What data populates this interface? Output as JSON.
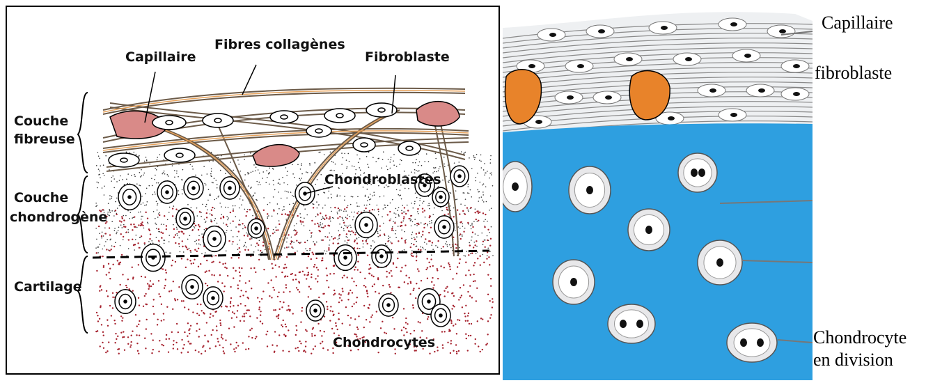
{
  "left_diagram": {
    "labels": {
      "capillaire": "Capillaire",
      "fibres_collagenes": "Fibres collagènes",
      "fibroblaste": "Fibroblaste",
      "couche_fibreuse_1": "Couche",
      "couche_fibreuse_2": "fibreuse",
      "couche_chondrogene_1": "Couche",
      "couche_chondrogene_2": "chondrogène",
      "chondroblastes": "Chondroblastes",
      "cartilage": "Cartilage",
      "chondrocytes": "Chondrocytes"
    }
  },
  "right_diagram": {
    "labels": {
      "capillaire": "Capillaire",
      "fibroblaste": "fibroblaste",
      "chondrocyte_1": "Chondrocyte",
      "chondrocyte_2": "en division"
    },
    "colors": {
      "cartilage_matrix": "#2e9fe0",
      "capillary": "#e8832a",
      "fibrous_layer": "#eef0f2"
    }
  }
}
